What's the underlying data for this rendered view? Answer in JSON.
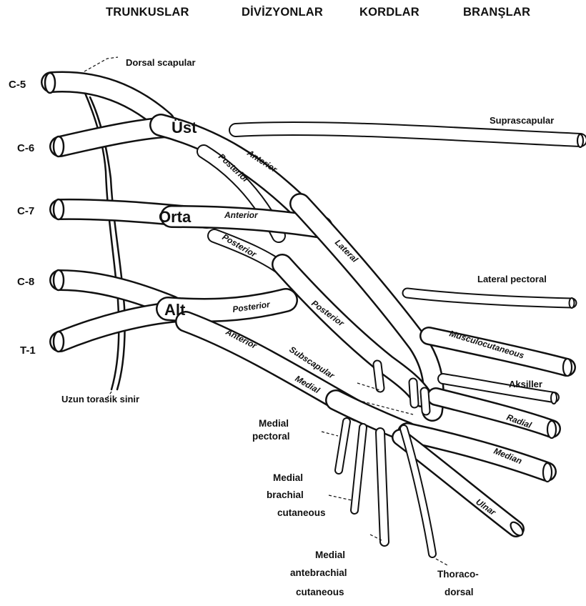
{
  "headers": {
    "trunks": "TRUNKUSLAR",
    "divisions": "DİVİZYONLAR",
    "cords": "KORDLAR",
    "branches": "BRANŞLAR"
  },
  "roots": {
    "c5": "C-5",
    "c6": "C-6",
    "c7": "C-7",
    "c8": "C-8",
    "t1": "T-1"
  },
  "trunks": {
    "upper": "Üst",
    "middle": "Orta",
    "lower": "Alt"
  },
  "divisions": {
    "upper_anterior": "Anterior",
    "upper_posterior": "Posterior",
    "middle_anterior": "Anterior",
    "middle_posterior": "Posterior",
    "lower_posterior": "Posterior",
    "lower_anterior": "Anterior"
  },
  "cords": {
    "lateral": "Lateral",
    "posterior": "Posterior",
    "medial": "Medial"
  },
  "branches": {
    "dorsal_scapular": "Dorsal scapular",
    "suprascapular": "Suprascapular",
    "lateral_pectoral": "Lateral pectoral",
    "musculocutaneous": "Musculocutaneous",
    "axillary": "Aksiller",
    "radial": "Radial",
    "median": "Median",
    "ulnar": "Ulnar",
    "subscapular": "Subscapular",
    "long_thoracic": "Uzun torasik sinir",
    "medial_pectoral_1": "Medial",
    "medial_pectoral_2": "pectoral",
    "medial_brachial_1": "Medial",
    "medial_brachial_2": "brachial",
    "medial_brachial_3": "cutaneous",
    "medial_antebrachial_1": "Medial",
    "medial_antebrachial_2": "antebrachial",
    "medial_antebrachial_3": "cutaneous",
    "thoracodorsal_1": "Thoraco-",
    "thoracodorsal_2": "dorsal"
  }
}
